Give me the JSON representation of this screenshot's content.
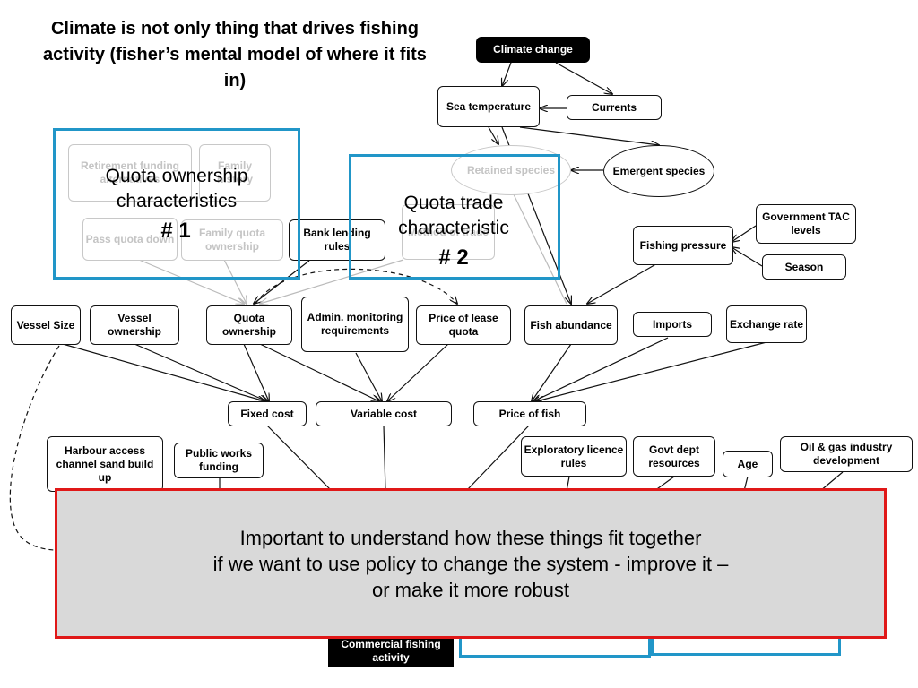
{
  "title": "Climate is not only thing that drives fishing activity (fisher’s mental model of where it fits in)",
  "nodes": {
    "climate_change": "Climate change",
    "sea_temperature": "Sea temperature",
    "currents": "Currents",
    "retained_species": "Retained species",
    "emergent_species": "Emergent species",
    "retirement_alternatives": "Retirement funding alternatives",
    "family_history": "Family history",
    "pass_quota_down": "Pass quota down",
    "family_quota_ownership": "Family quota ownership",
    "bank_lending_rules": "Bank lending rules",
    "method_of_trade": "Method of trade",
    "government_tac_levels": "Government TAC levels",
    "fishing_pressure": "Fishing pressure",
    "season": "Season",
    "vessel_size": "Vessel Size",
    "vessel_ownership": "Vessel ownership",
    "quota_ownership": "Quota ownership",
    "admin_monitoring": "Admin. monitoring requirements",
    "price_of_lease_quota": "Price of lease quota",
    "fish_abundance": "Fish abundance",
    "imports": "Imports",
    "exchange_rate": "Exchange rate",
    "fixed_cost": "Fixed cost",
    "variable_cost": "Variable cost",
    "price_of_fish": "Price of fish",
    "harbour_access": "Harbour access channel sand build up",
    "public_works": "Public works funding",
    "exploratory_licence": "Exploratory licence rules",
    "govt_dept_resources": "Govt dept resources",
    "age": "Age",
    "oil_gas": "Oil & gas industry development",
    "commercial_fishing": "Commercial fishing activity"
  },
  "highlight_1": {
    "label": "Quota ownership characteristics",
    "number": "# 1"
  },
  "highlight_2": {
    "label": "Quota trade characteristic",
    "number": "# 2"
  },
  "callout": {
    "line1": "Important to understand how these things fit together",
    "line2": "if we want to use policy to change the system -  improve it –",
    "line3": "or make it more robust"
  },
  "colors": {
    "highlight_border": "#2196c8",
    "callout_border": "#e01818",
    "callout_fill": "#d9d9d9"
  }
}
